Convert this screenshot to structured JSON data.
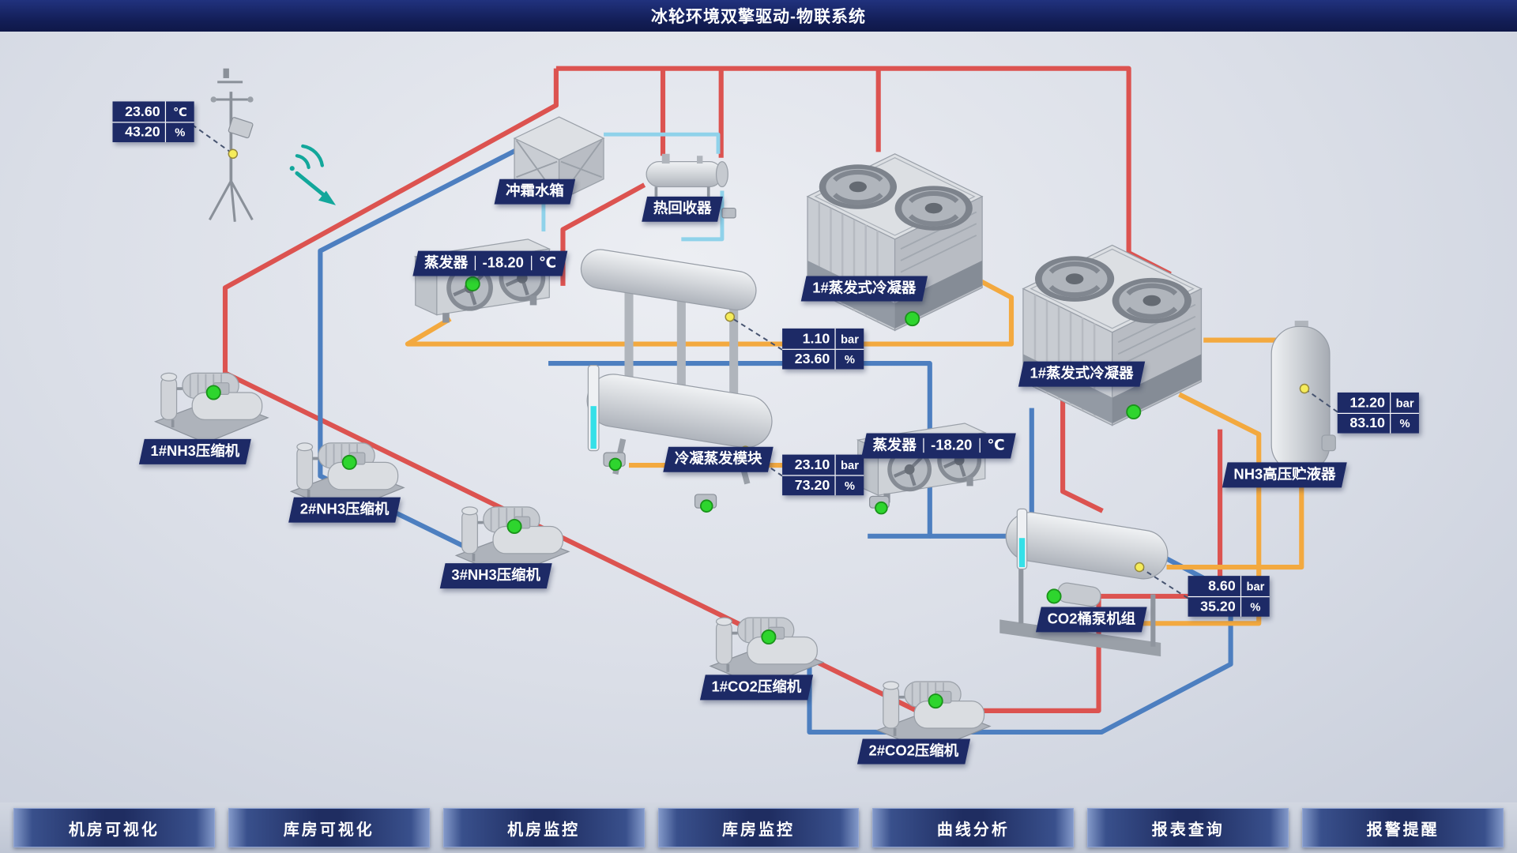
{
  "header": {
    "title": "冰轮环境双擎驱动-物联系统"
  },
  "labels": {
    "defrost_tank": "冲霜水箱",
    "heat_recovery": "热回收器",
    "evap_left": "蒸发器",
    "evap_left_val": "-18.20",
    "evap_left_unit": "℃",
    "evap_right": "蒸发器",
    "evap_right_val": "-18.20",
    "evap_right_unit": "℃",
    "condenser1": "1#蒸发式冷凝器",
    "condenser2": "1#蒸发式冷凝器",
    "module": "冷凝蒸发模块",
    "nh3_receiver": "NH3高压贮液器",
    "co2_unit": "CO2桶泵机组",
    "nh3_comp1": "1#NH3压缩机",
    "nh3_comp2": "2#NH3压缩机",
    "nh3_comp3": "3#NH3压缩机",
    "co2_comp1": "1#CO2压缩机",
    "co2_comp2": "2#CO2压缩机"
  },
  "gauges": {
    "weather": {
      "v1": "23.60",
      "u1": "℃",
      "v2": "43.20",
      "u2": "%"
    },
    "module_top": {
      "v1": "1.10",
      "u1": "bar",
      "v2": "23.60",
      "u2": "%"
    },
    "module_main": {
      "v1": "23.10",
      "u1": "bar",
      "v2": "73.20",
      "u2": "%"
    },
    "nh3_receiver": {
      "v1": "12.20",
      "u1": "bar",
      "v2": "83.10",
      "u2": "%"
    },
    "co2_pump": {
      "v1": "8.60",
      "u1": "bar",
      "v2": "35.20",
      "u2": "%"
    }
  },
  "nav": {
    "buttons": [
      {
        "label": "机房可视化"
      },
      {
        "label": "库房可视化"
      },
      {
        "label": "机房监控"
      },
      {
        "label": "库房监控"
      },
      {
        "label": "曲线分析"
      },
      {
        "label": "报表查询"
      },
      {
        "label": "报警提醒"
      }
    ]
  },
  "colors": {
    "header_navy": "#131e57",
    "badge_navy": "#1d2a66",
    "pipe_red": "#dc5350",
    "pipe_blue": "#4d7fc0",
    "pipe_orange": "#f3a93f",
    "pipe_cyan": "#8fd2ea",
    "status_green": "#2ed52e",
    "sensor_yellow": "#f5ec5a",
    "wifi_teal": "#12a79b"
  }
}
